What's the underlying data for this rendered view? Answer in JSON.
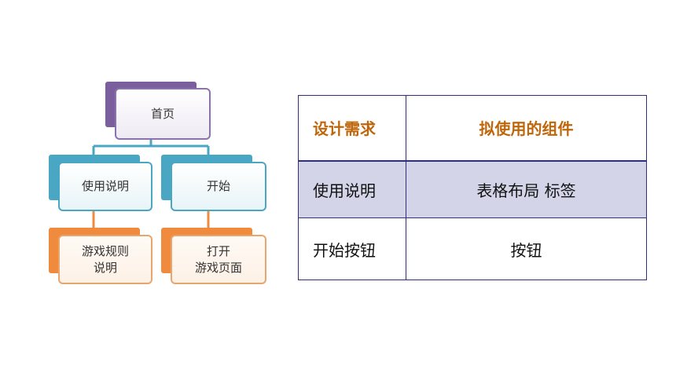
{
  "diagram": {
    "root": {
      "label": "首页"
    },
    "level2": [
      {
        "label": "使用说明"
      },
      {
        "label": "开始"
      }
    ],
    "level3": [
      {
        "line1": "游戏规则",
        "line2": "说明"
      },
      {
        "line1": "打开",
        "line2": "游戏页面"
      }
    ],
    "colors": {
      "root": "#7a5f9c",
      "level2": "#4aa7c3",
      "level3": "#f08a3c",
      "connector_blue": "#4aa7c3",
      "connector_orange": "#f08a3c"
    }
  },
  "table": {
    "headers": [
      "设计需求",
      "拟使用的组件"
    ],
    "rows": [
      [
        "使用说明",
        "表格布局 标签"
      ],
      [
        "开始按钮",
        "按钮"
      ]
    ],
    "colors": {
      "header_text": "#c0660a",
      "highlight_row": "#d3d4e8",
      "border": "#2e2e7a"
    }
  }
}
